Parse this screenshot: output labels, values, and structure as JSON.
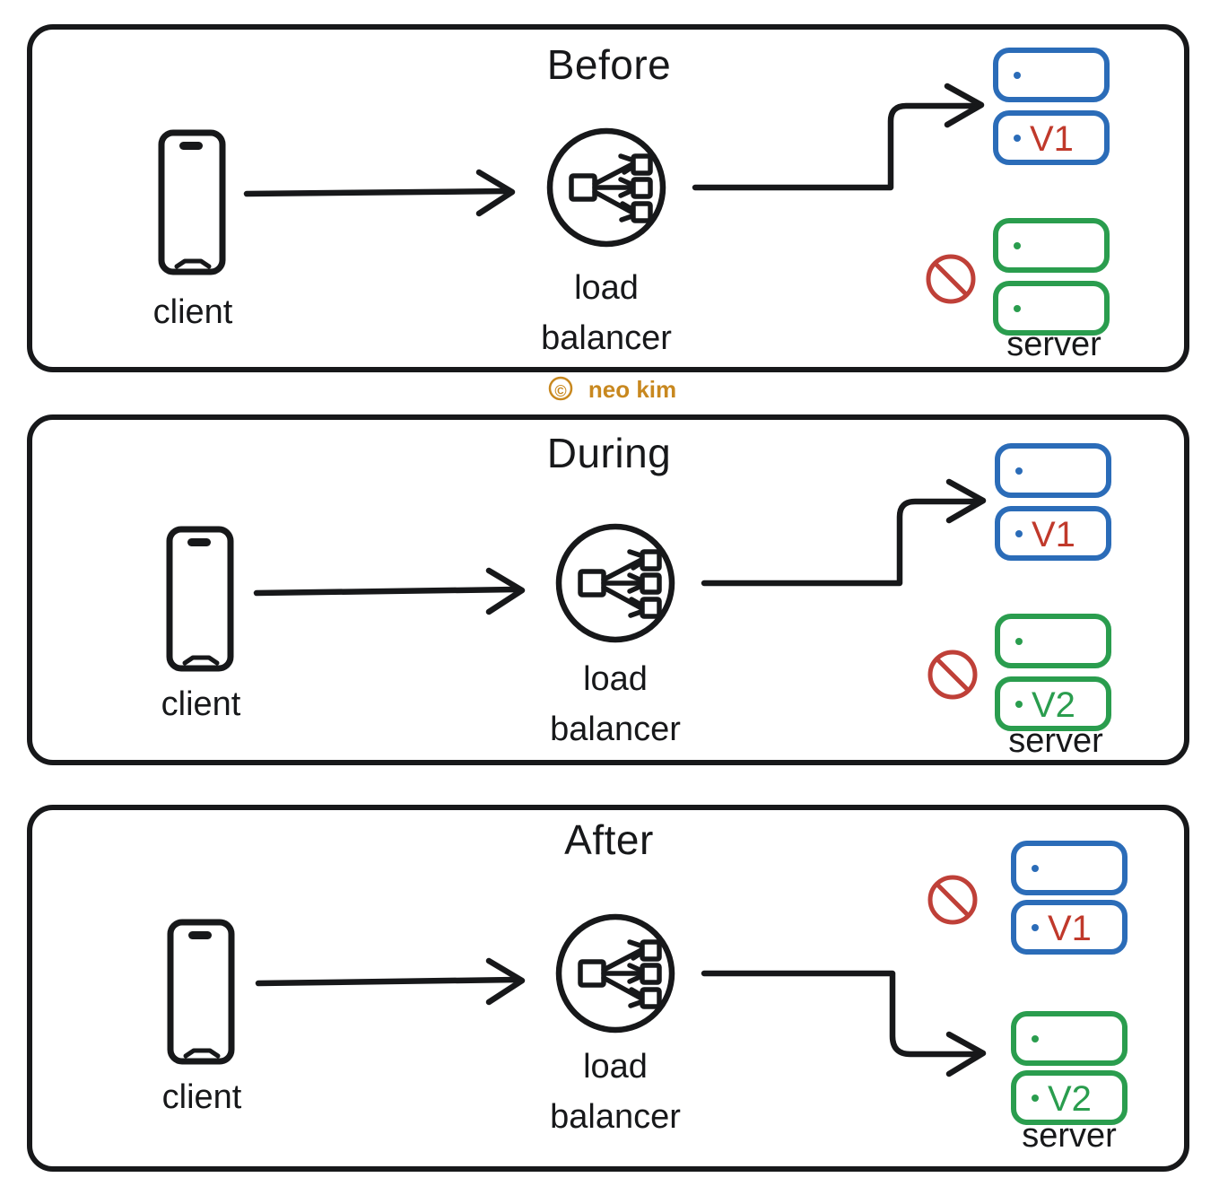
{
  "diagram": {
    "title_concept": "blue-green deployment with load balancer",
    "watermark": {
      "symbol": "©",
      "text": "neo kim",
      "color": "#c8881f",
      "icon": "copyright-icon"
    },
    "colors": {
      "ink": "#17181a",
      "blue": "#2b6cb8",
      "green": "#2a9d4e",
      "red": "#c0392b",
      "ban": "#bf4038",
      "watermark": "#c8881f"
    },
    "shared_labels": {
      "client": "client",
      "load_balancer_line1": "load",
      "load_balancer_line2": "balancer",
      "server": "server"
    },
    "panels": [
      {
        "id": "before",
        "title": "Before",
        "client_label": "client",
        "lb_label_line1": "load",
        "lb_label_line2": "balancer",
        "server_label": "server",
        "traffic_target": "blue",
        "blocked_group": "green",
        "groups": [
          {
            "id": "blue-group",
            "color": "blue",
            "top_box_label": "",
            "bottom_box_label": "V1",
            "bottom_box_label_color": "red",
            "active": true
          },
          {
            "id": "green-group",
            "color": "green",
            "top_box_label": "",
            "bottom_box_label": "",
            "bottom_box_label_color": "green",
            "active": false
          }
        ]
      },
      {
        "id": "during",
        "title": "During",
        "client_label": "client",
        "lb_label_line1": "load",
        "lb_label_line2": "balancer",
        "server_label": "server",
        "traffic_target": "blue",
        "blocked_group": "green",
        "groups": [
          {
            "id": "blue-group",
            "color": "blue",
            "top_box_label": "",
            "bottom_box_label": "V1",
            "bottom_box_label_color": "red",
            "active": true
          },
          {
            "id": "green-group",
            "color": "green",
            "top_box_label": "",
            "bottom_box_label": "V2",
            "bottom_box_label_color": "green",
            "active": false
          }
        ]
      },
      {
        "id": "after",
        "title": "After",
        "client_label": "client",
        "lb_label_line1": "load",
        "lb_label_line2": "balancer",
        "server_label": "server",
        "traffic_target": "green",
        "blocked_group": "blue",
        "groups": [
          {
            "id": "blue-group",
            "color": "blue",
            "top_box_label": "",
            "bottom_box_label": "V1",
            "bottom_box_label_color": "red",
            "active": false
          },
          {
            "id": "green-group",
            "color": "green",
            "top_box_label": "",
            "bottom_box_label": "V2",
            "bottom_box_label_color": "green",
            "active": true
          }
        ]
      }
    ]
  }
}
